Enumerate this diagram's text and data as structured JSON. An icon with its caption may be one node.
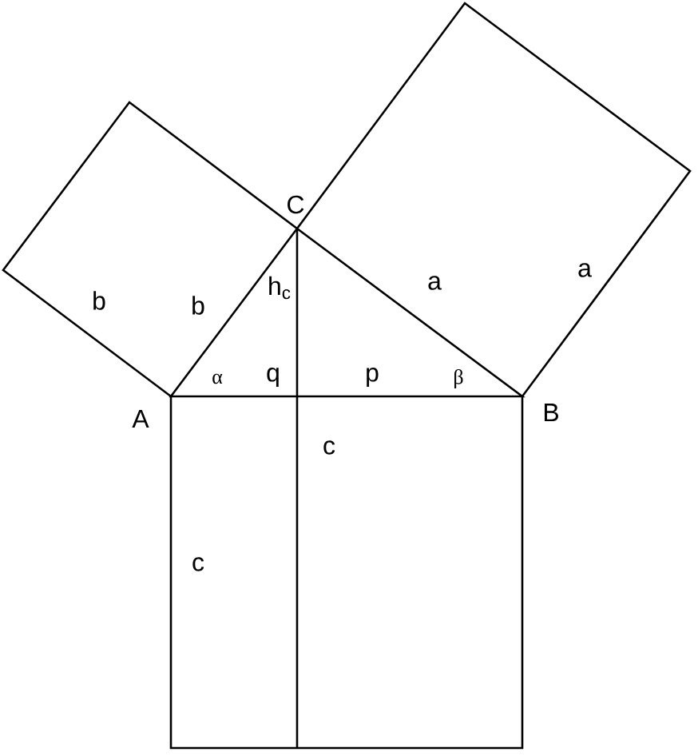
{
  "diagram": {
    "labels": [
      "C",
      "b",
      "b",
      "a",
      "a",
      "h$_{c}$",
      "α",
      "q",
      "p",
      "β",
      "A",
      "B",
      "c",
      "c"
    ]
  }
}
